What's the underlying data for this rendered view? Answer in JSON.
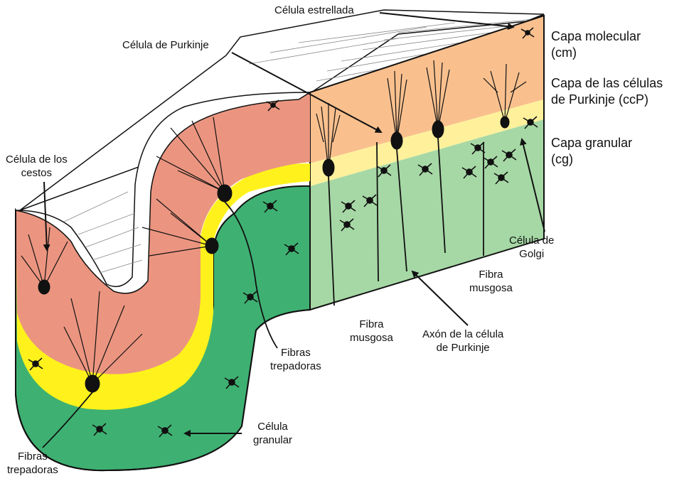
{
  "colors": {
    "molecular_layer": "#f9c08e",
    "purkinje_layer": "#fff19c",
    "granular_layer": "#a6d8a5",
    "molecular_fold": "#eb9580",
    "purkinje_fold": "#fff21c",
    "granular_fold": "#3eb172",
    "ink": "#111111"
  },
  "labels": {
    "celula_estrellada": "Célula estrellada",
    "celula_purkinje": "Célula de Purkinje",
    "celula_cestos_1": "Célula de los",
    "celula_cestos_2": "cestos",
    "capa_molecular_1": "Capa molecular",
    "capa_molecular_2": "(cm)",
    "capa_purkinje_1": "Capa de las células",
    "capa_purkinje_2": "de Purkinje (ccP)",
    "capa_granular_1": "Capa granular",
    "capa_granular_2": "(cg)",
    "celula_golgi_1": "Célula de",
    "celula_golgi_2": "Golgi",
    "fibra_musgosa_right_1": "Fibra",
    "fibra_musgosa_right_2": "musgosa",
    "fibra_musgosa_center_1": "Fibra",
    "fibra_musgosa_center_2": "musgosa",
    "axon_purkinje_1": "Axón de la célula",
    "axon_purkinje_2": "de Purkinje",
    "fibras_trepadoras_center_1": "Fibras",
    "fibras_trepadoras_center_2": "trepadoras",
    "celula_granular_1": "Célula",
    "celula_granular_2": "granular",
    "fibras_trepadoras_bottom_1": "Fibras",
    "fibras_trepadoras_bottom_2": "trepadoras"
  }
}
